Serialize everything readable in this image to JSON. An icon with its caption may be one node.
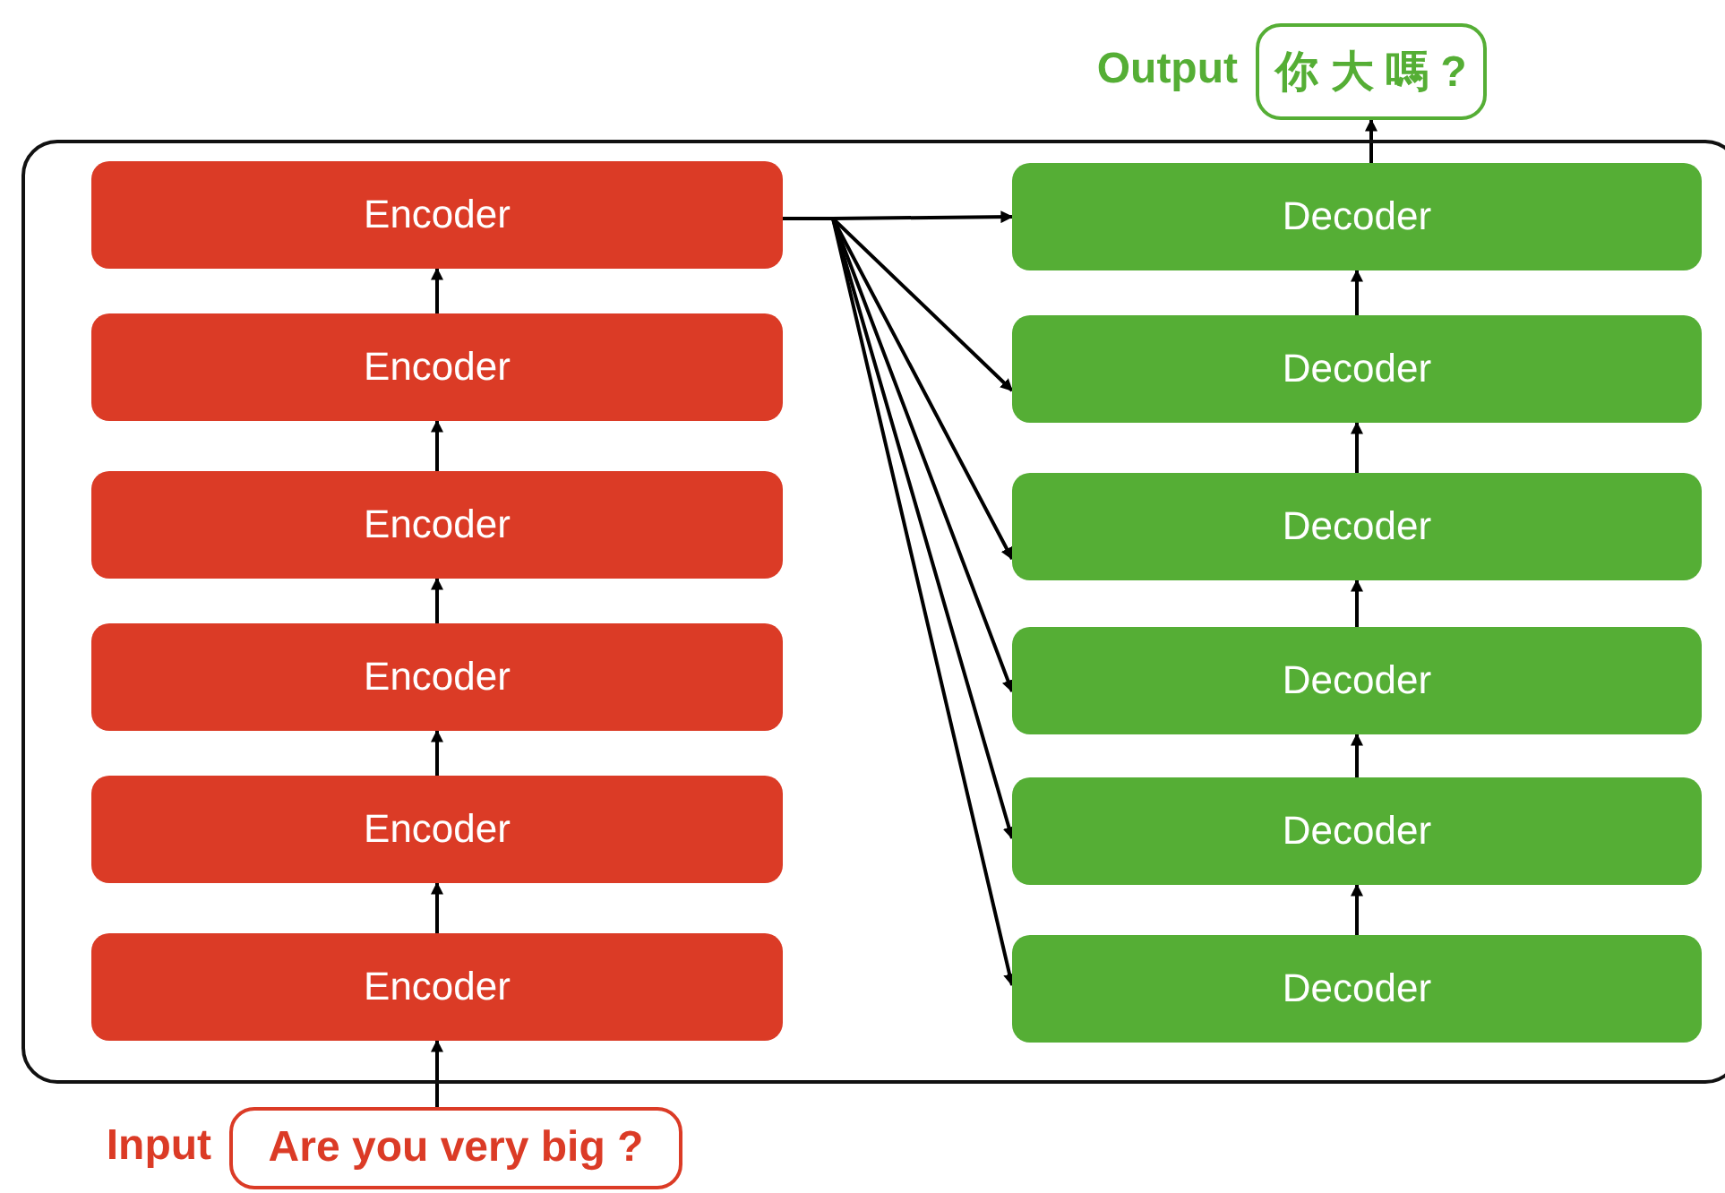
{
  "diagram": {
    "nodes": [
      {
        "text": [],
        "shape": "box"
      },
      {
        "text": [
          "Encoder"
        ],
        "in": 0
      },
      {
        "text": [
          "Encoder"
        ],
        "in": 0
      },
      {
        "text": [
          "Encoder"
        ],
        "in": 0
      },
      {
        "text": [
          "Encoder"
        ],
        "in": 0
      },
      {
        "text": [
          "Encoder"
        ],
        "in": 0
      },
      {
        "text": [
          "Encoder"
        ],
        "in": 0
      },
      {
        "text": [
          "Decoder"
        ],
        "in": 0
      },
      {
        "text": [
          "Decoder"
        ],
        "in": 0
      },
      {
        "text": [
          "Decoder"
        ],
        "in": 0
      },
      {
        "text": [
          "Decoder"
        ],
        "in": 0
      },
      {
        "text": [
          "Decoder"
        ],
        "in": 0
      },
      {
        "text": [
          "Decoder"
        ],
        "in": 0
      },
      {
        "text": [
          "Are you very big ?"
        ],
        "beside": [
          "Input"
        ]
      },
      {
        "text": [
          "你 大 嗎 ?"
        ],
        "beside": [
          "Output"
        ]
      }
    ],
    "edges": [
      {
        "from": 13,
        "to": 6,
        "arrow": "to"
      },
      {
        "from": 6,
        "to": 5,
        "arrow": "to"
      },
      {
        "from": 5,
        "to": 4,
        "arrow": "to"
      },
      {
        "from": 4,
        "to": 3,
        "arrow": "to"
      },
      {
        "from": 3,
        "to": 2,
        "arrow": "to"
      },
      {
        "from": 2,
        "to": 1,
        "arrow": "to"
      },
      {
        "from": 1,
        "to": 7,
        "arrow": "to"
      },
      {
        "from": 1,
        "to": 8,
        "arrow": "to"
      },
      {
        "from": 1,
        "to": 9,
        "arrow": "to"
      },
      {
        "from": 1,
        "to": 10,
        "arrow": "to"
      },
      {
        "from": 1,
        "to": 11,
        "arrow": "to"
      },
      {
        "from": 1,
        "to": 12,
        "arrow": "to"
      },
      {
        "from": 12,
        "to": 11,
        "arrow": "to"
      },
      {
        "from": 11,
        "to": 10,
        "arrow": "to"
      },
      {
        "from": 10,
        "to": 9,
        "arrow": "to"
      },
      {
        "from": 9,
        "to": 8,
        "arrow": "to"
      },
      {
        "from": 8,
        "to": 7,
        "arrow": "to"
      },
      {
        "from": 7,
        "to": 14,
        "arrow": "to"
      }
    ]
  }
}
